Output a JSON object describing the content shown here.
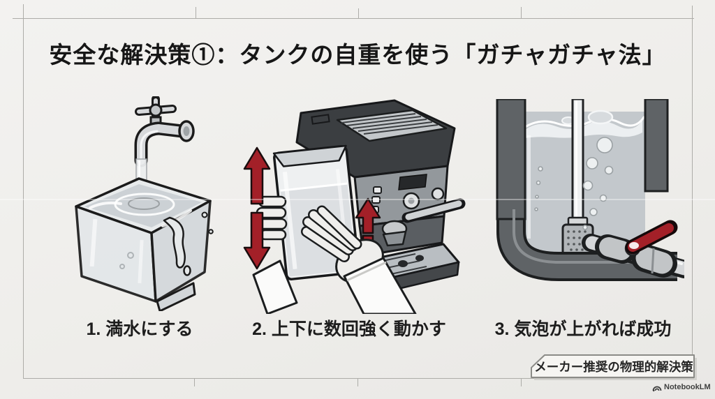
{
  "title": "安全な解決策①：タンクの自重を使う「ガチャガチャ法」",
  "steps": [
    {
      "caption": "1. 満水にする"
    },
    {
      "caption": "2. 上下に数回強く動かす"
    },
    {
      "caption": "3. 気泡が上がれば成功"
    }
  ],
  "badge": {
    "label": "メーカー推奨の物理的解決策"
  },
  "watermark": {
    "label": "NotebookLM"
  },
  "colors": {
    "background": "#efeeeb",
    "title_text": "#161616",
    "caption_text": "#1d1d1d",
    "accent_red": "#a32028",
    "frame_line": "#adaca8",
    "machine_dark": "#3b3e41",
    "metal_gray": "#d5d7d9",
    "water_gray": "#c3c8cc",
    "badge_background": "#f6f5f2"
  }
}
